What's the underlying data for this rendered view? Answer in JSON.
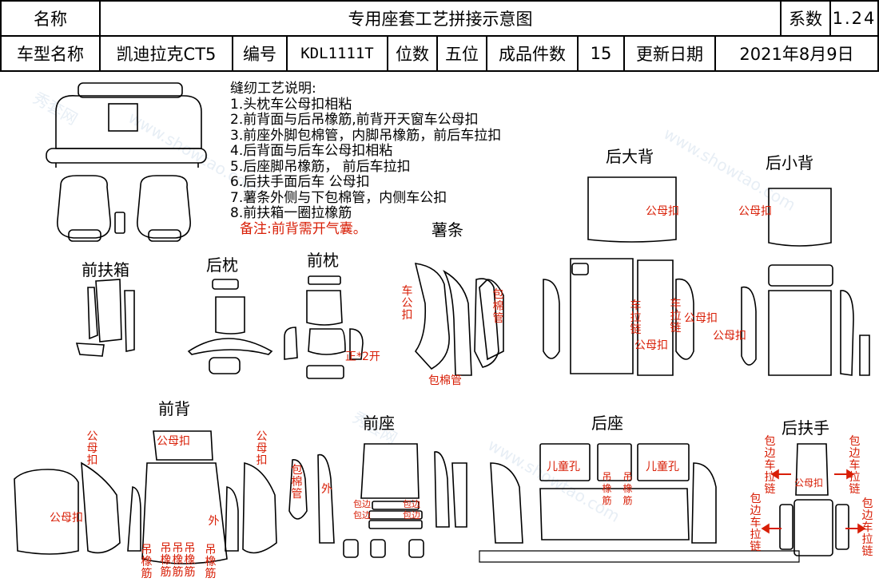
{
  "header": {
    "name_label": "名称",
    "title": "专用座套工艺拼接示意图",
    "coef_label": "系数",
    "coef_value": "1.24",
    "model_label": "车型名称",
    "model_value": "凯迪拉克CT5",
    "code_label": "编号",
    "code_value": "KDL1111T",
    "seats_label": "位数",
    "seats_value": "五位",
    "pieces_label": "成品件数",
    "pieces_value": "15",
    "date_label": "更新日期",
    "date_value": "2021年8月9日"
  },
  "notes": {
    "title": "缝纫工艺说明:",
    "items": [
      "1.头枕车公母扣相粘",
      "2.前背面与后吊橡筋,前背开天窗车公母扣",
      "3.前座外脚包棉管，内脚吊橡筋，前后车拉扣",
      "4.后背面与后车公母扣相粘",
      "5.后座脚吊橡筋， 前后车拉扣",
      "6.后扶手面后车 公母扣",
      "7.薯条外侧与下包棉管，内侧车公扣",
      "8.前扶箱一圈拉橡筋"
    ],
    "remark": "备注:前背需开气囊。"
  },
  "sections": {
    "rear_big_back": "后大背",
    "rear_small_back": "后小背",
    "front_armrest_box": "前扶箱",
    "rear_headrest": "后枕",
    "front_headrest": "前枕",
    "fries": "薯条",
    "front_back": "前背",
    "front_seat": "前座",
    "rear_seat": "后座",
    "rear_armrest": "后扶手"
  },
  "annotations": {
    "male_female_snap": "公母扣",
    "vertical_male_female_snap": "公母扣",
    "car_male_snap": "车公扣",
    "cotton_pipe": "包棉管",
    "vertical_cotton_pipe": "包棉管",
    "front_headrest_mark": "正*2开",
    "zipper": "车拉链",
    "hang_elastic": "吊橡筋",
    "outer": "外",
    "edge_zipper": "包边车拉链",
    "child_hole": "儿童孔",
    "edge_label": "包边"
  },
  "watermark": {
    "cn": "秀套网",
    "url": "www.showtao.com"
  },
  "colors": {
    "annotation_red": "#d81e06",
    "line": "#000000"
  }
}
